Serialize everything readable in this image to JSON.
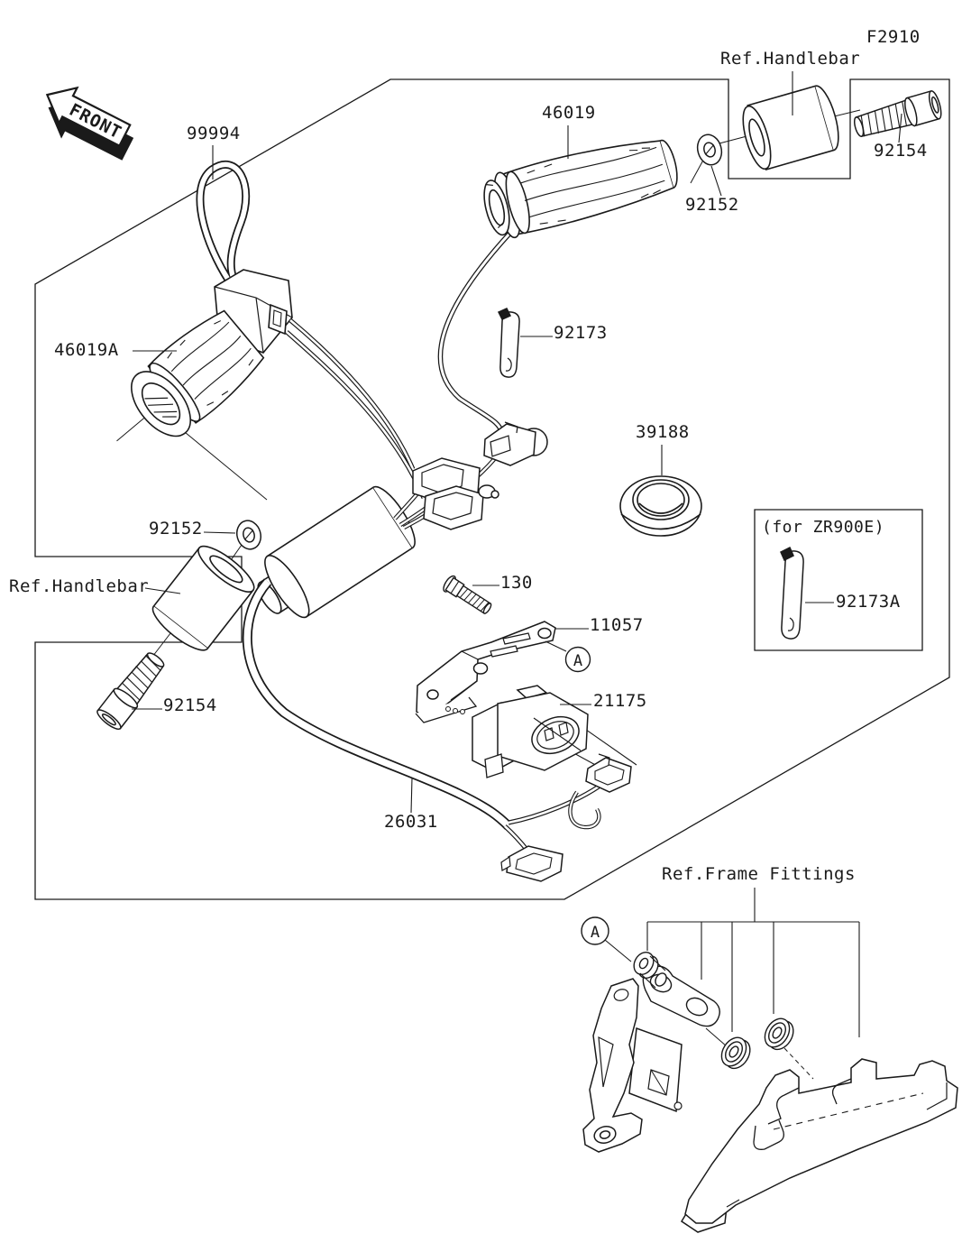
{
  "figure": {
    "code": "F2910"
  },
  "front_marker": {
    "label": "FRONT"
  },
  "colors": {
    "line": "#1a1a1a",
    "background": "#ffffff"
  },
  "labels": {
    "harness": "99994",
    "grip_right": "46019",
    "grip_left": "46019A",
    "washer_right": "92152",
    "washer_left": "92152",
    "bolt_right": "92154",
    "bolt_left": "92154",
    "band": "92173",
    "band_zr900e": "92173A",
    "ring": "39188",
    "bolt_bracket": "130",
    "bracket": "11057",
    "relay": "21175",
    "sub_harness": "26031",
    "zr900e_note": "(for ZR900E)",
    "ref_handlebar_right": "Ref.Handlebar",
    "ref_handlebar_left": "Ref.Handlebar",
    "ref_frame_fittings": "Ref.Frame Fittings",
    "detail_a": "A"
  }
}
